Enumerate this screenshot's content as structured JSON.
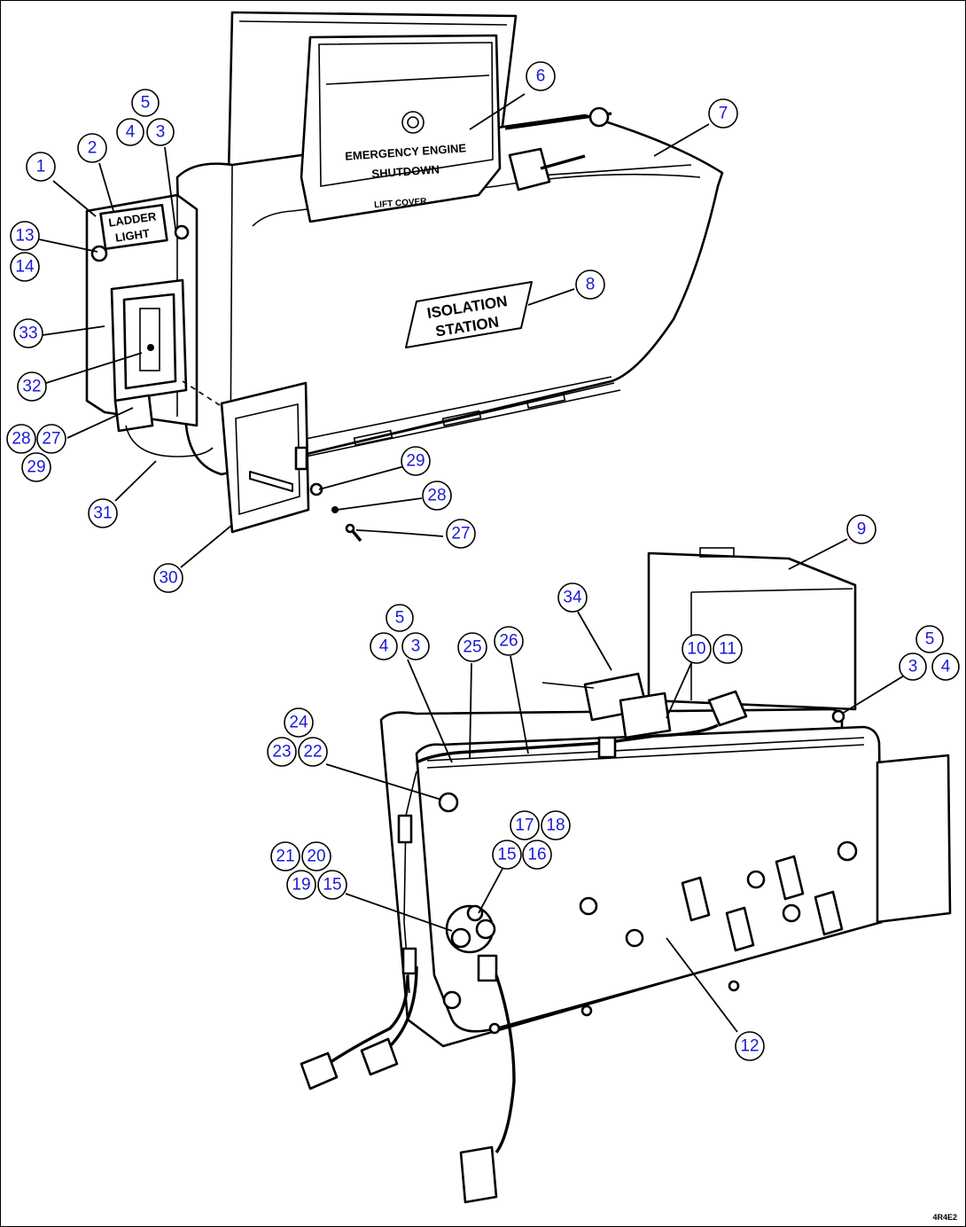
{
  "drawing_code": "4R4E2",
  "plate_labels": {
    "ladder_light_line1": "LADDER",
    "ladder_light_line2": "LIGHT",
    "emergency_line1": "EMERGENCY ENGINE",
    "emergency_line2": "SHUTDOWN",
    "emergency_line3": "LIFT COVER",
    "isolation_line1": "ISOLATION",
    "isolation_line2": "STATION"
  },
  "callouts": {
    "c1": "1",
    "c2": "2",
    "c3a": "3",
    "c4a": "4",
    "c5a": "5",
    "c6": "6",
    "c7": "7",
    "c8": "8",
    "c9": "9",
    "c10": "10",
    "c11": "11",
    "c12": "12",
    "c13": "13",
    "c14": "14",
    "c15a": "15",
    "c15b": "15",
    "c16": "16",
    "c17": "17",
    "c18": "18",
    "c19": "19",
    "c20": "20",
    "c21": "21",
    "c22": "22",
    "c23": "23",
    "c24": "24",
    "c25": "25",
    "c26": "26",
    "c27a": "27",
    "c27b": "27",
    "c28a": "28",
    "c28b": "28",
    "c29a": "29",
    "c29b": "29",
    "c30": "30",
    "c31": "31",
    "c32": "32",
    "c33": "33",
    "c34": "34",
    "c3b": "3",
    "c4b": "4",
    "c5b": "5",
    "c3c": "3",
    "c4c": "4",
    "c5c": "5"
  }
}
